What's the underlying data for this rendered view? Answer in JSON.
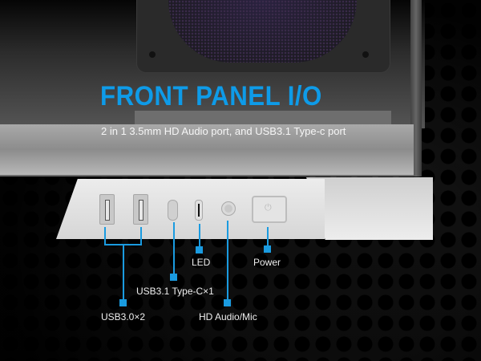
{
  "header": {
    "title": "FRONT PANEL I/O",
    "subtitle": "2 in 1 3.5mm HD Audio port,  and USB3.1 Type-c port"
  },
  "ports": [
    {
      "id": "usb30",
      "label": "USB3.0×2"
    },
    {
      "id": "usb31c",
      "label": "USB3.1 Type-C×1"
    },
    {
      "id": "led",
      "label": "LED"
    },
    {
      "id": "audio",
      "label": "HD Audio/Mic"
    },
    {
      "id": "power",
      "label": "Power"
    }
  ],
  "icons": {
    "power": "⏻"
  },
  "colors": {
    "accent": "#0e9be8",
    "leader_line": "#1a9be0",
    "label_text": "#eeeeee"
  }
}
